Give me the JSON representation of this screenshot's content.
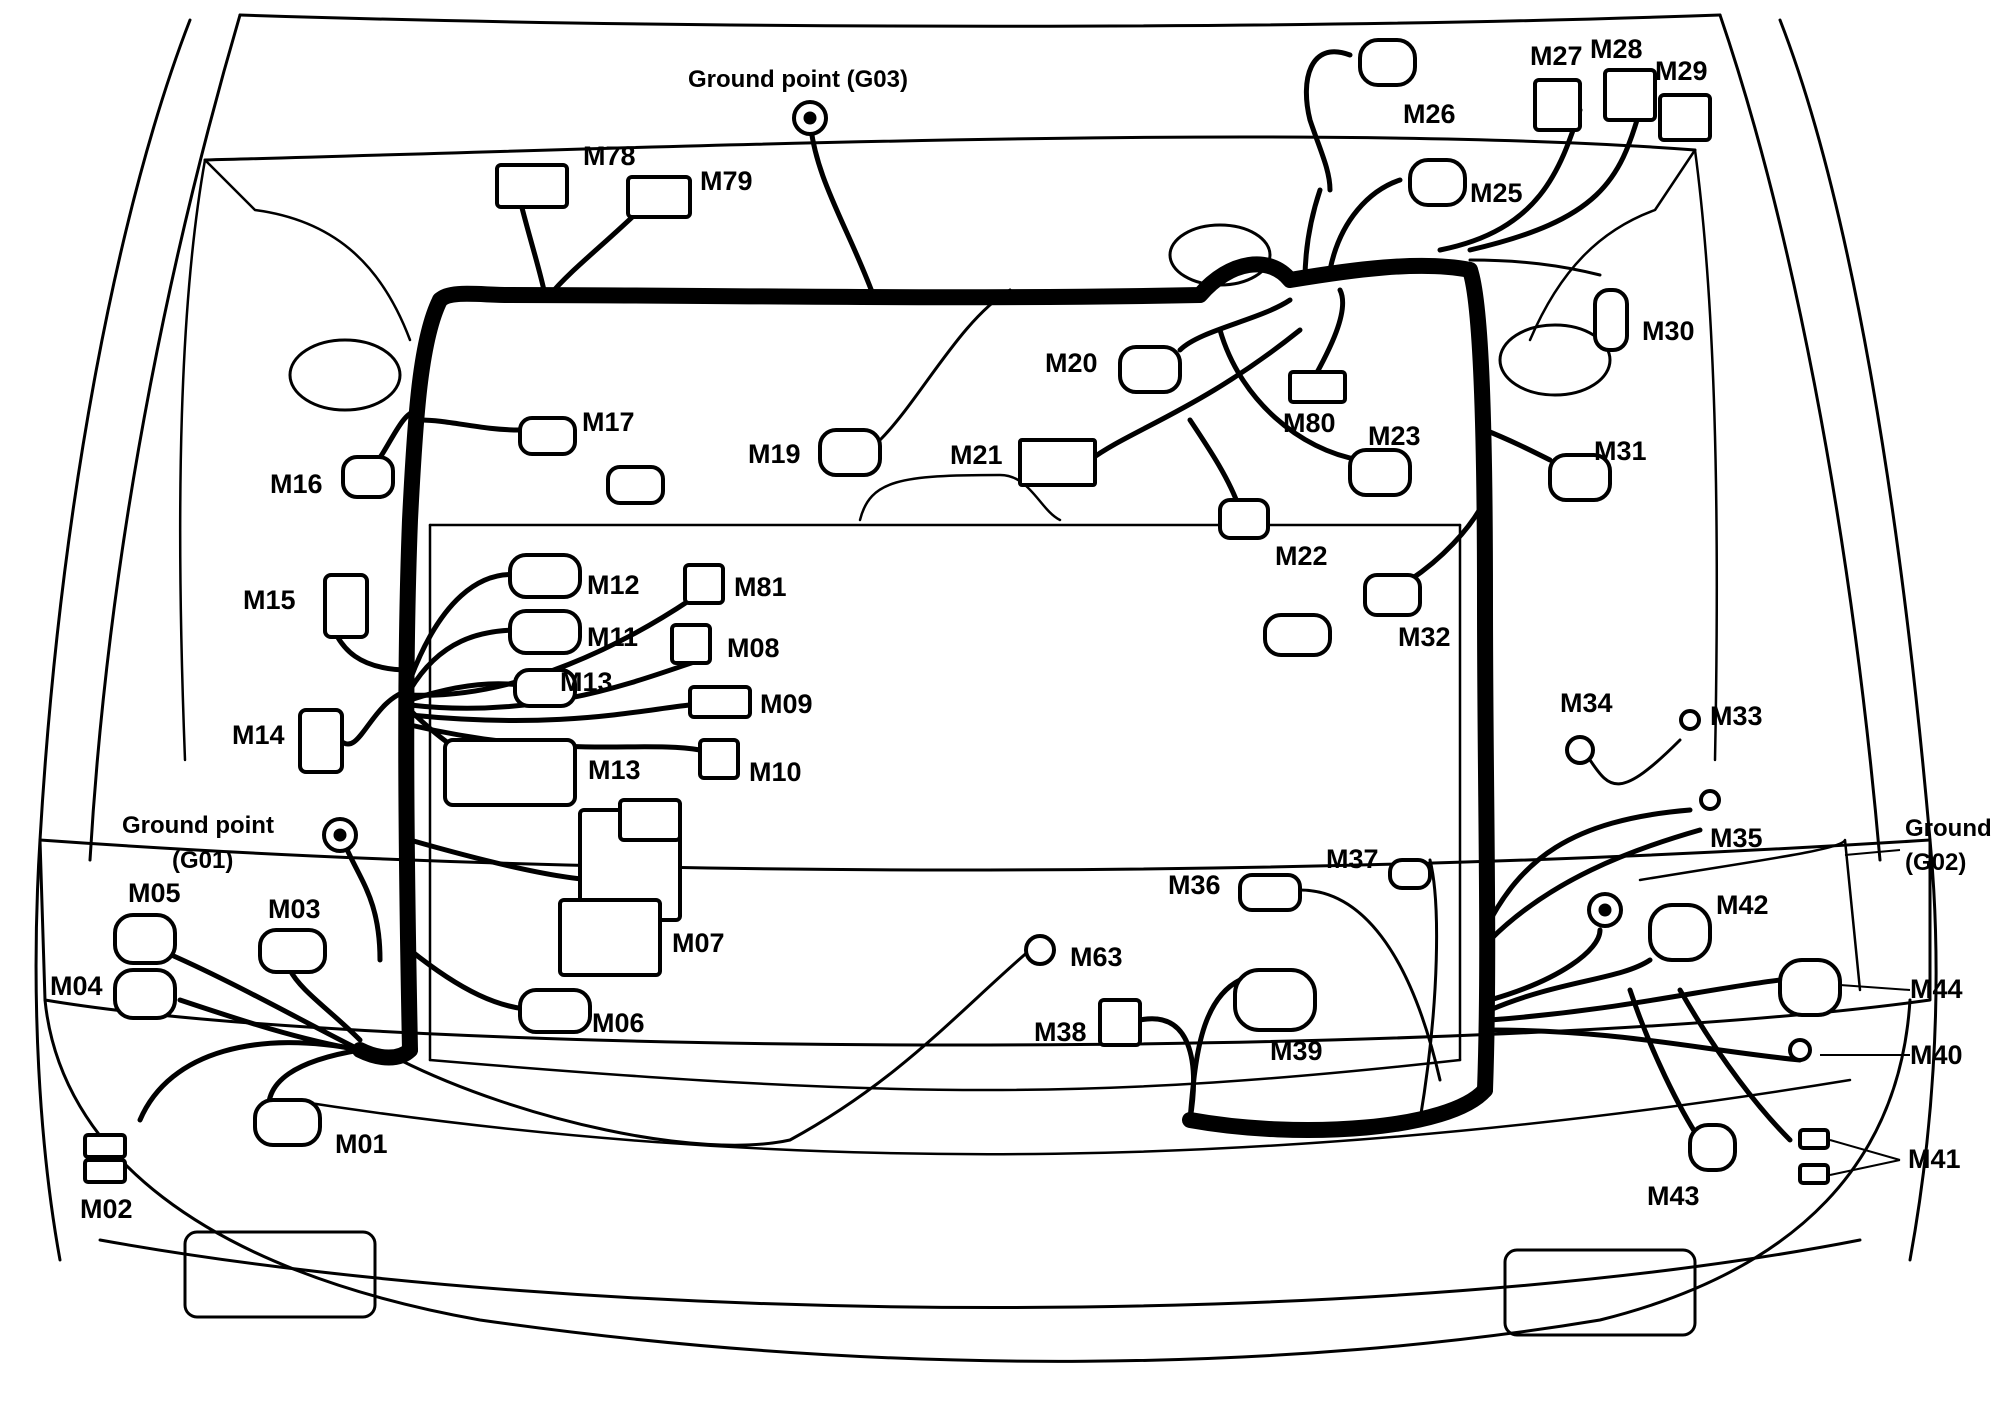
{
  "ground_points": {
    "g03": "Ground point (G03)",
    "g01_line1": "Ground point",
    "g01_line2": "(G01)",
    "g02_line1": "Ground",
    "g02_line2": "(G02)"
  },
  "connectors": {
    "m01": "M01",
    "m02": "M02",
    "m03": "M03",
    "m04": "M04",
    "m05": "M05",
    "m06": "M06",
    "m07": "M07",
    "m08": "M08",
    "m09": "M09",
    "m10": "M10",
    "m11": "M11",
    "m12": "M12",
    "m13a": "M13",
    "m13b": "M13",
    "m14": "M14",
    "m15": "M15",
    "m16": "M16",
    "m17": "M17",
    "m19": "M19",
    "m20": "M20",
    "m21": "M21",
    "m22": "M22",
    "m23": "M23",
    "m25": "M25",
    "m26": "M26",
    "m27": "M27",
    "m28": "M28",
    "m29": "M29",
    "m30": "M30",
    "m31": "M31",
    "m32": "M32",
    "m33": "M33",
    "m34": "M34",
    "m35": "M35",
    "m36": "M36",
    "m37": "M37",
    "m38": "M38",
    "m39": "M39",
    "m40": "M40",
    "m41": "M41",
    "m42": "M42",
    "m43": "M43",
    "m44": "M44",
    "m63": "M63",
    "m78": "M78",
    "m79": "M79",
    "m80": "M80",
    "m81": "M81"
  }
}
